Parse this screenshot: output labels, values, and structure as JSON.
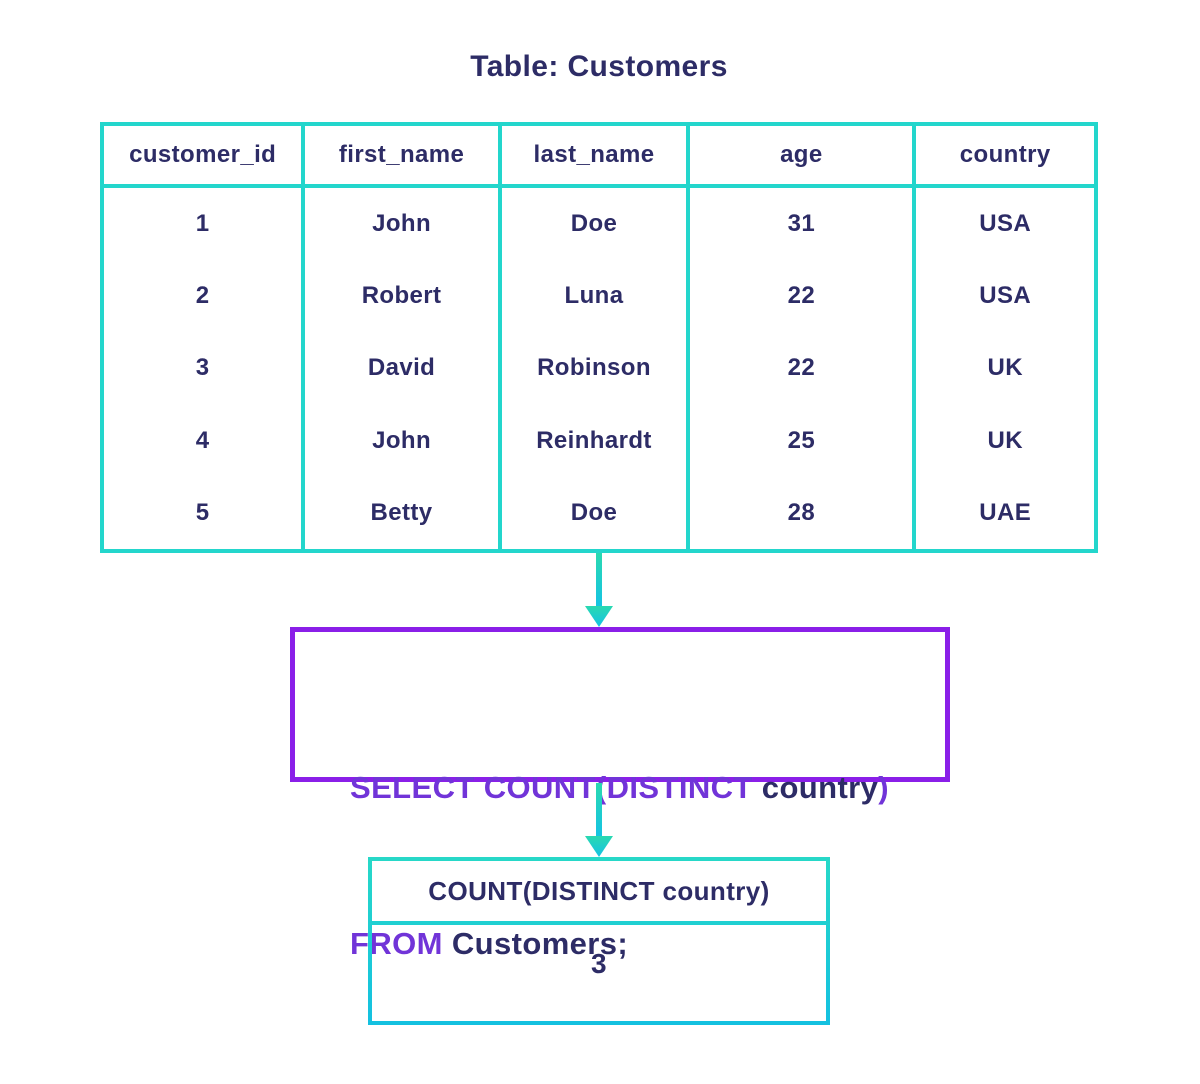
{
  "colors": {
    "cyan": "#23d6cc",
    "navy": "#2d2c66",
    "keyword_purple": "#7134d8",
    "box_purple": "#8a1fe8",
    "arrow_start": "#2ad9b0",
    "arrow_end": "#14c2e6",
    "bg": "#ffffff"
  },
  "title": "Table: Customers",
  "customers_table": {
    "columns": [
      "customer_id",
      "first_name",
      "last_name",
      "age",
      "country"
    ],
    "rows": [
      [
        "1",
        "John",
        "Doe",
        "31",
        "USA"
      ],
      [
        "2",
        "Robert",
        "Luna",
        "22",
        "USA"
      ],
      [
        "3",
        "David",
        "Robinson",
        "22",
        "UK"
      ],
      [
        "4",
        "John",
        "Reinhardt",
        "25",
        "UK"
      ],
      [
        "5",
        "Betty",
        "Doe",
        "28",
        "UAE"
      ]
    ]
  },
  "query": {
    "line1": {
      "keyword": "SELECT COUNT(DISTINCT ",
      "identifier": "country",
      "keyword_close": ")"
    },
    "line2": {
      "keyword": "FROM ",
      "identifier": "Customers;"
    }
  },
  "result_table": {
    "header": "COUNT(DISTINCT country)",
    "value": "3"
  }
}
